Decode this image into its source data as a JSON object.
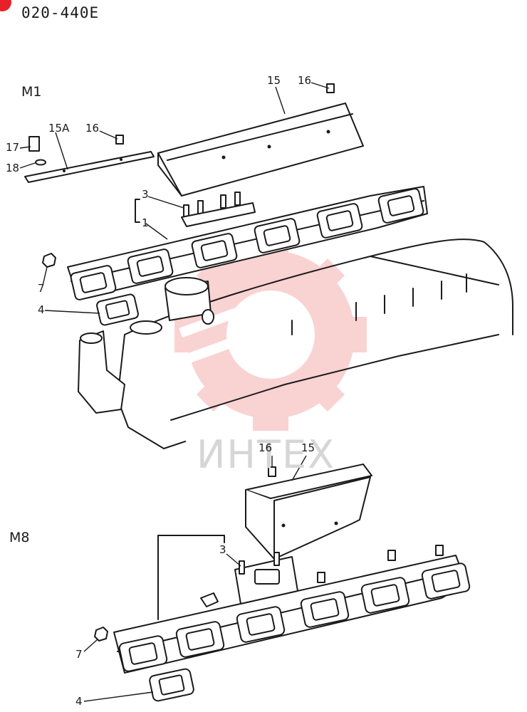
{
  "document": {
    "code": "020-440E"
  },
  "variants": [
    {
      "label": "M1"
    },
    {
      "label": "M8"
    }
  ],
  "callouts": {
    "m1": [
      "15",
      "16",
      "15A",
      "16",
      "17",
      "18",
      "3",
      "1",
      "7",
      "4"
    ],
    "m8": [
      "16",
      "15",
      "3",
      "7",
      "4"
    ]
  },
  "watermark": {
    "text": "ИНТЕХ",
    "color": "#f08080"
  },
  "colors": {
    "line": "#1a1a1a",
    "background": "#ffffff",
    "badge": "#e8202a"
  }
}
